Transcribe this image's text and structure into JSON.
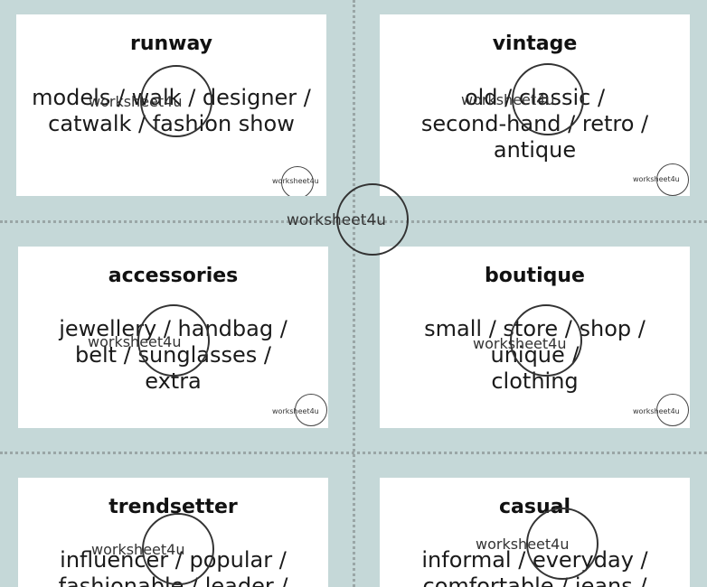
{
  "watermark": "worksheet4u",
  "cards": [
    {
      "title": "runway",
      "lines": [
        "models / walk / designer /",
        "catwalk / fashion show",
        ""
      ]
    },
    {
      "title": "vintage",
      "lines": [
        "old / classic /",
        "second-hand / retro /",
        "antique"
      ]
    },
    {
      "title": "accessories",
      "lines": [
        "jewellery / handbag /",
        "belt / sunglasses /",
        "extra"
      ]
    },
    {
      "title": "boutique",
      "lines": [
        "small / store / shop /",
        "unique /",
        "clothing"
      ]
    },
    {
      "title": "trendsetter",
      "lines": [
        "influencer / popular /",
        "fashionable / leader /",
        ""
      ]
    },
    {
      "title": "casual",
      "lines": [
        "informal / everyday /",
        "comfortable / jeans /",
        ""
      ]
    }
  ]
}
